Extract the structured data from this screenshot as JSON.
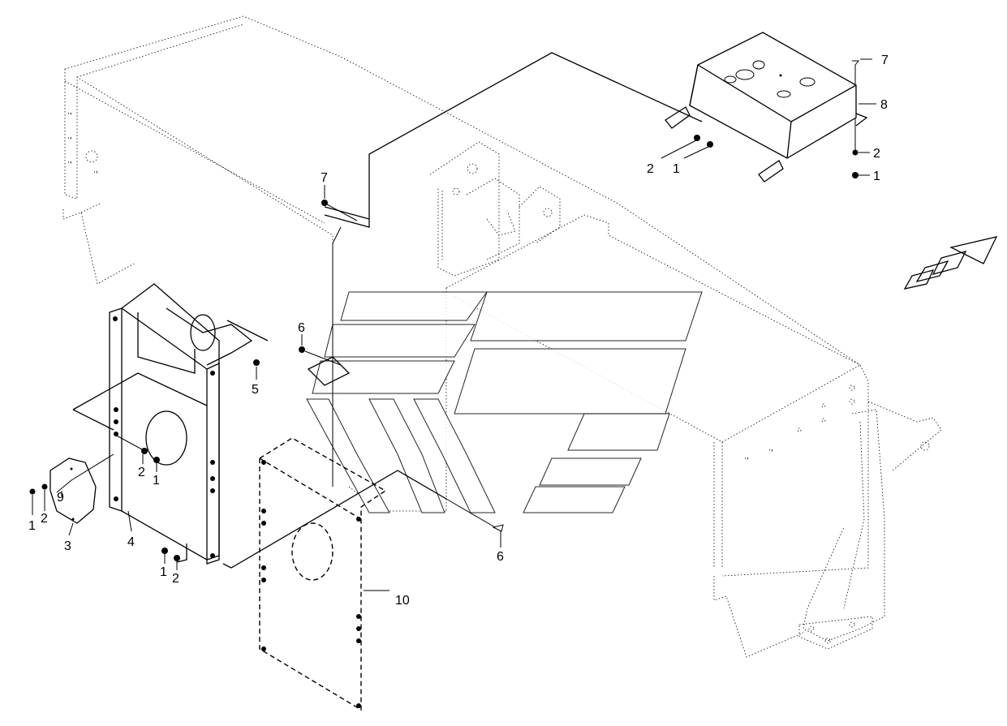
{
  "callouts": {
    "c1a": "1",
    "c1b": "1",
    "c1c": "1",
    "c1d": "1",
    "c1e": "1",
    "c2a": "2",
    "c2b": "2",
    "c2c": "2",
    "c2d": "2",
    "c2e": "2",
    "c3": "3",
    "c4": "4",
    "c5": "5",
    "c6a": "6",
    "c6b": "6",
    "c7a": "7",
    "c7b": "7",
    "c8": "8",
    "c9": "9",
    "c10": "10"
  },
  "colors": {
    "line": "#000000",
    "background": "#ffffff"
  },
  "icons": {
    "direction": "direction-arrow-icon"
  }
}
